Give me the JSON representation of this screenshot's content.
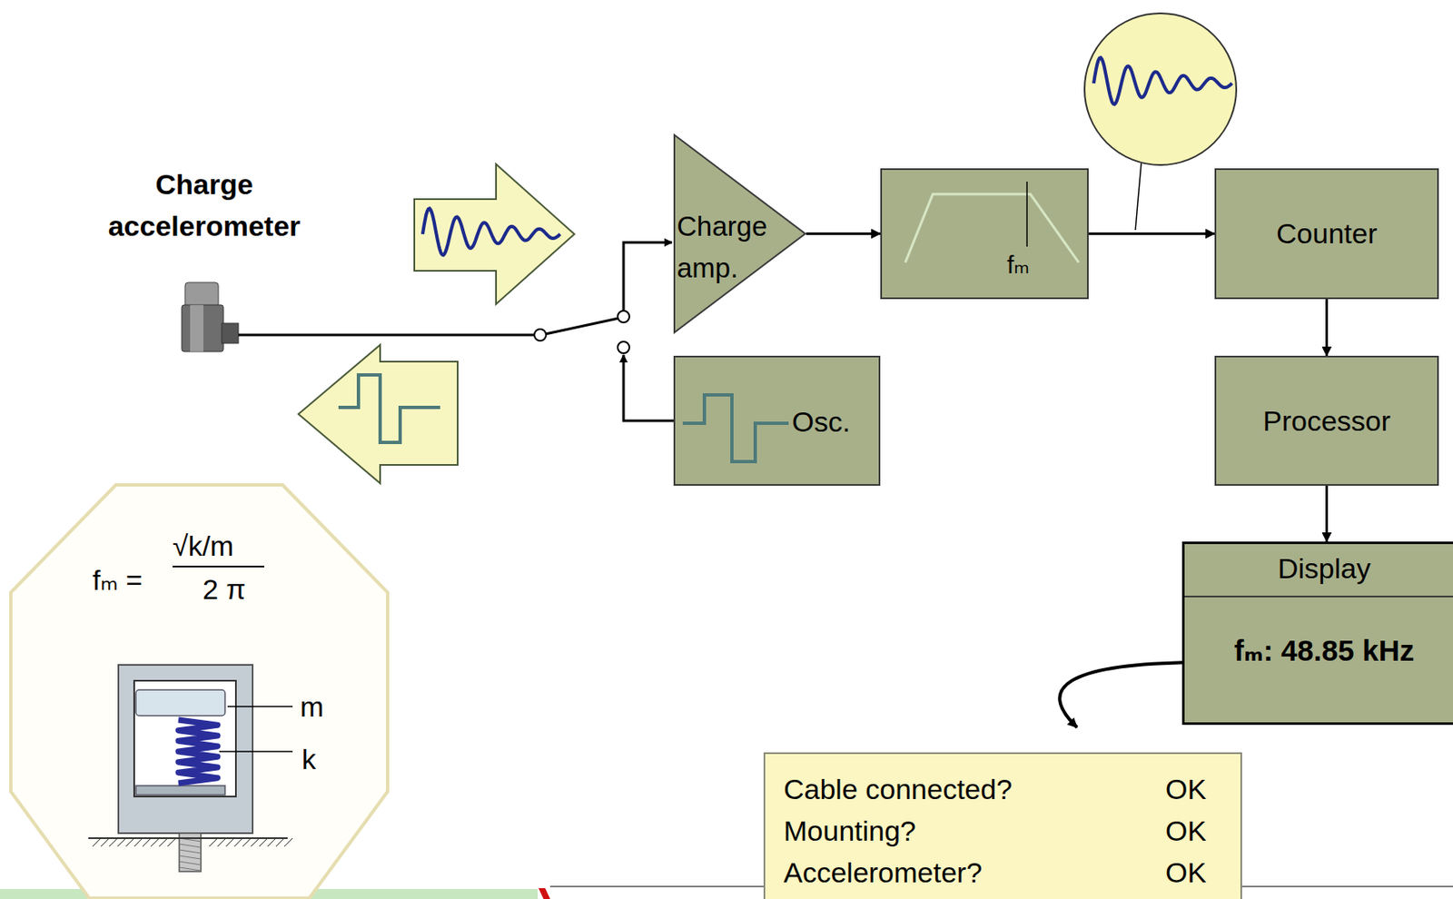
{
  "diagram": {
    "nodes": [
      {
        "text": [
          "Charge amp."
        ]
      },
      {
        "text": [
          "fₘ"
        ]
      },
      {
        "text": [
          "Counter"
        ]
      },
      {
        "text": [
          "Processor"
        ]
      },
      {
        "text": [
          "Display",
          "fₘ: 48.85 kHz"
        ]
      },
      {
        "text": [
          "Osc."
        ]
      },
      {
        "text": [
          "Cable connected?",
          "OK",
          "Mounting?",
          "OK",
          "Accelerometer?",
          "OK"
        ]
      },
      {
        "text": [
          "fₘ =",
          "√k/m",
          "2 π",
          "m",
          "k"
        ]
      }
    ],
    "edges": [
      {
        "from": 0,
        "to": 1,
        "arrow": "to"
      },
      {
        "from": 1,
        "to": 2,
        "arrow": "to"
      },
      {
        "from": 2,
        "to": 3,
        "arrow": "to"
      },
      {
        "from": 3,
        "to": 4,
        "arrow": "to"
      },
      {
        "from": 4,
        "to": 6,
        "arrow": "to"
      }
    ],
    "labels": [
      "Charge accelerometer"
    ]
  }
}
